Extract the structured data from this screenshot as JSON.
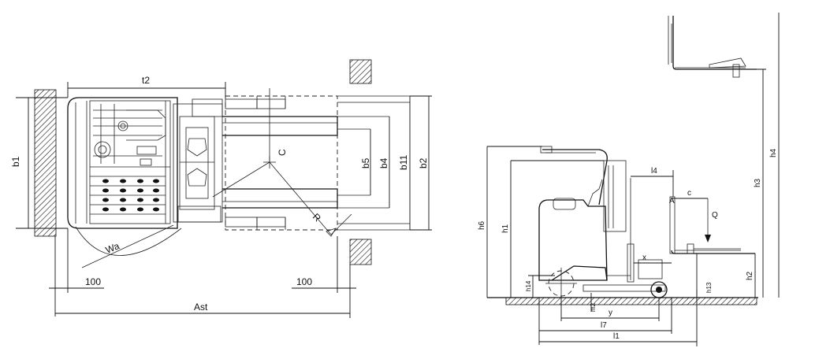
{
  "top_view": {
    "t2": "t2",
    "b1": "b1",
    "b2": "b2",
    "b4": "b4",
    "b5": "b5",
    "b11": "b11",
    "c": "C",
    "r": "R",
    "wa": "Wa",
    "clearance_left": "100",
    "clearance_right": "100",
    "ast": "Ast"
  },
  "side_view": {
    "h1": "h1",
    "h2": "h2",
    "h3": "h3",
    "h4": "h4",
    "h6": "h6",
    "h13": "h13",
    "h14": "h14",
    "l1": "l1",
    "l4": "l4",
    "l7": "l7",
    "m2": "m2",
    "x": "x",
    "y": "y",
    "c": "c",
    "q": "Q",
    "a": "A"
  }
}
